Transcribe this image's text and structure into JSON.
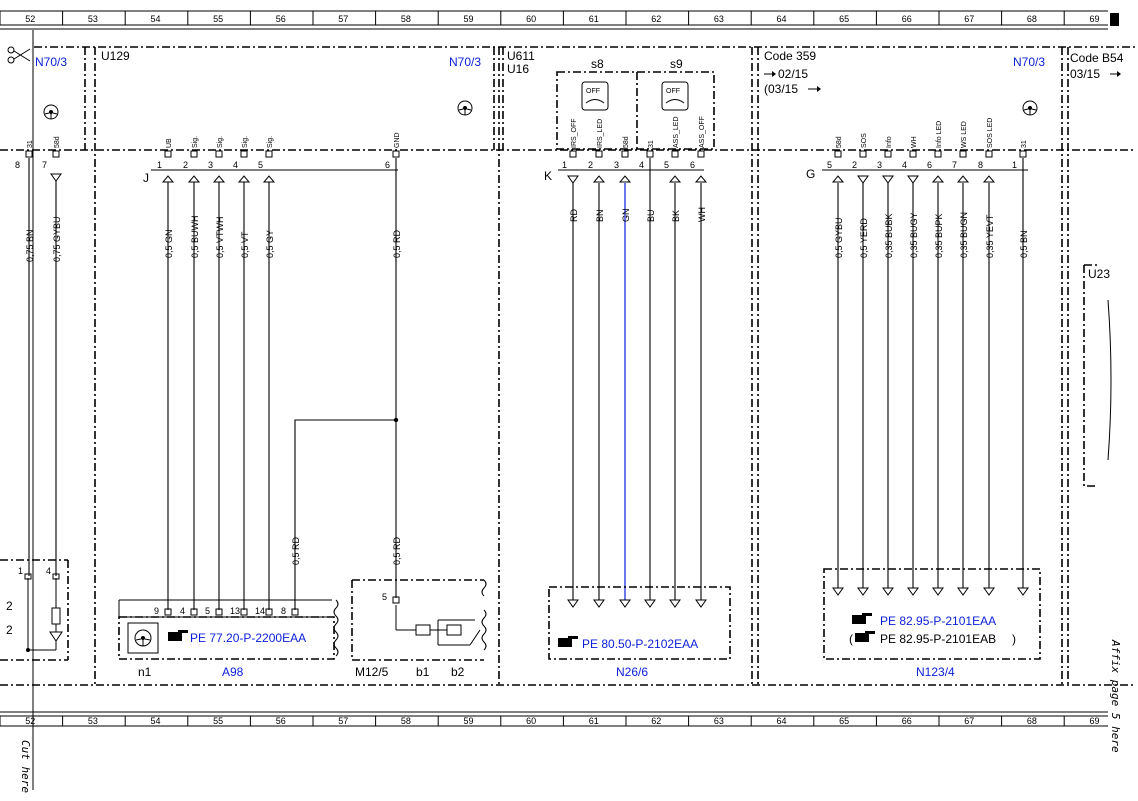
{
  "grid": {
    "columns": [
      "52",
      "53",
      "54",
      "55",
      "56",
      "57",
      "58",
      "59",
      "60",
      "61",
      "62",
      "63",
      "64",
      "65",
      "66",
      "67",
      "68",
      "69"
    ]
  },
  "modules": {
    "left_ref": "N70/3",
    "u129": {
      "code": "U129",
      "ref": "N70/3"
    },
    "u611": {
      "code1": "U611",
      "code2": "U16"
    },
    "code359": {
      "title": "Code 359",
      "line1": "02/15",
      "line2": "(03/15",
      "ref": "N70/3"
    },
    "codeb54": {
      "title": "Code B54",
      "line1": "03/15"
    },
    "u23": "U23"
  },
  "switches": {
    "s8": "s8",
    "s9": "s9"
  },
  "connectors": {
    "j": "J",
    "k": "K",
    "g": "G"
  },
  "left_pins": [
    {
      "num": "8",
      "sig": "31",
      "wire": "0,75 BN"
    },
    {
      "num": "7",
      "sig": "58d",
      "wire": "0,75 GYBU"
    }
  ],
  "j_pins": [
    {
      "num": "1",
      "sig": "UB",
      "wire": "0,5 GN"
    },
    {
      "num": "2",
      "sig": "Sig.",
      "wire": "0,5 BUWH"
    },
    {
      "num": "3",
      "sig": "Sig.",
      "wire": "0,5 VTWH"
    },
    {
      "num": "4",
      "sig": "Sig.",
      "wire": "0,5 VT"
    },
    {
      "num": "5",
      "sig": "Sig.",
      "wire": "0,5 GY"
    },
    {
      "num": "6",
      "sig": "GND",
      "wire": "0,5 RD"
    }
  ],
  "k_pins": [
    {
      "num": "1",
      "sig": "IRS_OFF",
      "wire": "RD"
    },
    {
      "num": "2",
      "sig": "IRS_LED",
      "wire": "BN"
    },
    {
      "num": "3",
      "sig": "58d",
      "wire": "GN"
    },
    {
      "num": "4",
      "sig": "31",
      "wire": "BU"
    },
    {
      "num": "5",
      "sig": "ASS_LED",
      "wire": "BK"
    },
    {
      "num": "6",
      "sig": "ASS_OFF",
      "wire": "WH"
    }
  ],
  "g_pins": [
    {
      "num": "5",
      "sig": "58d",
      "wire": "0,5 GYBU"
    },
    {
      "num": "2",
      "sig": "SOS",
      "wire": "0,5 YERD"
    },
    {
      "num": "3",
      "sig": "Info",
      "wire": "0,35 BUBK"
    },
    {
      "num": "4",
      "sig": "WH",
      "wire": "0,35 BUGY"
    },
    {
      "num": "6",
      "sig": "Info LED",
      "wire": "0,35 BUPK"
    },
    {
      "num": "7",
      "sig": "WS LED",
      "wire": "0,35 BUGN"
    },
    {
      "num": "8",
      "sig": "SOS LED",
      "wire": "0,35 YEVT"
    },
    {
      "num": "1",
      "sig": "31",
      "wire": "0,5 BN"
    }
  ],
  "lower_wires": {
    "rd1": "0,5 RD",
    "rd2": "0,5 RD"
  },
  "a98_pins": [
    "9",
    "4",
    "5",
    "13",
    "14",
    "8"
  ],
  "left_small_pins": [
    "1",
    "4"
  ],
  "m12_pin": "5",
  "refs": {
    "a98": "PE 77.20-P-2200EAA",
    "n26": "PE 80.50-P-2102EAA",
    "n123a": "PE 82.95-P-2101EAA",
    "n123b": "PE 82.95-P-2101EAB"
  },
  "labels": {
    "n1": "n1",
    "a98": "A98",
    "m12": "M12/5",
    "b1": "b1",
    "b2": "b2",
    "n26": "N26/6",
    "n123": "N123/4",
    "left_a": "2",
    "left_b": "2"
  },
  "edge_text": {
    "affix": "Affix page 5 here",
    "cut": "Cut here"
  },
  "colors": {
    "blue": "#0a1ed8",
    "line": "#000000"
  }
}
